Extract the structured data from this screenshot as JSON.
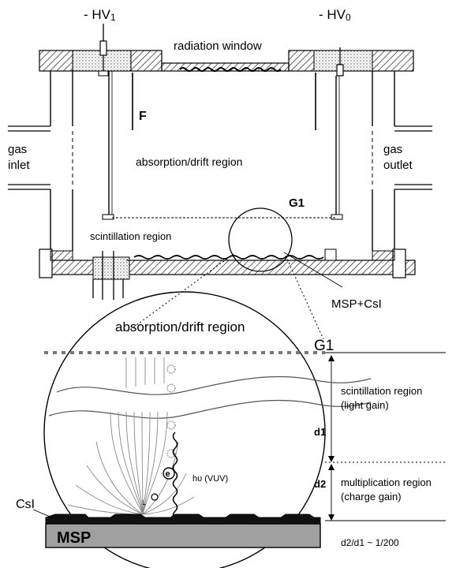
{
  "labels": {
    "hv1": "- HV",
    "hv1_sub": "1",
    "hv0": "- HV",
    "hv0_sub": "0",
    "window": "radiation window",
    "field_ring": "F",
    "gas_inlet_1": "gas",
    "gas_inlet_2": "inlet",
    "gas_outlet_1": "gas",
    "gas_outlet_2": "outlet",
    "drift_top": "absorption/drift region",
    "g1_top": "G1",
    "scint_top": "scintillation region",
    "msp_csi": "MSP+CsI",
    "drift_zoom": "absorption/drift region",
    "g1_zoom": "G1",
    "scint_1": "scintillation region",
    "scint_2": "(light gain)",
    "d1": "d1",
    "d2": "d2",
    "mult_1": "multiplication region",
    "mult_2": "(charge gain)",
    "csi": "CsI",
    "msp": "MSP",
    "ratio": "d2/d1 ~ 1/200",
    "photon": "hυ (VUV)",
    "electron": "e",
    "point_L": "L"
  }
}
